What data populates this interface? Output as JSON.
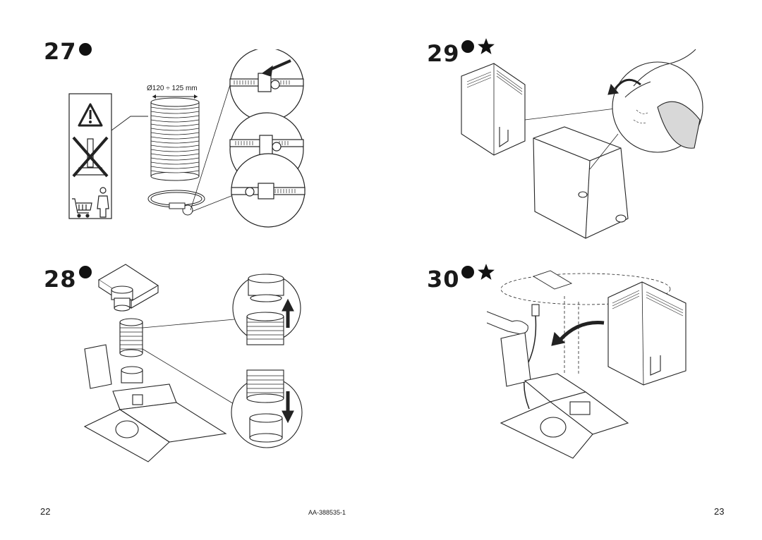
{
  "steps": [
    {
      "number": "27",
      "symbols": [
        "dot"
      ]
    },
    {
      "number": "28",
      "symbols": [
        "dot"
      ]
    },
    {
      "number": "29",
      "symbols": [
        "dot",
        "star"
      ]
    },
    {
      "number": "30",
      "symbols": [
        "dot",
        "star"
      ]
    }
  ],
  "step27": {
    "diameter_label": "Ø120 ÷ 125 mm"
  },
  "footer": {
    "page_left": "22",
    "doc_code": "AA-388535-1",
    "page_right": "23"
  },
  "icons": [
    "warning-triangle-icon",
    "no-hood-cross-icon",
    "shopping-cart-icon",
    "person-icon",
    "arrow-icon",
    "star-icon",
    "dot-icon"
  ]
}
